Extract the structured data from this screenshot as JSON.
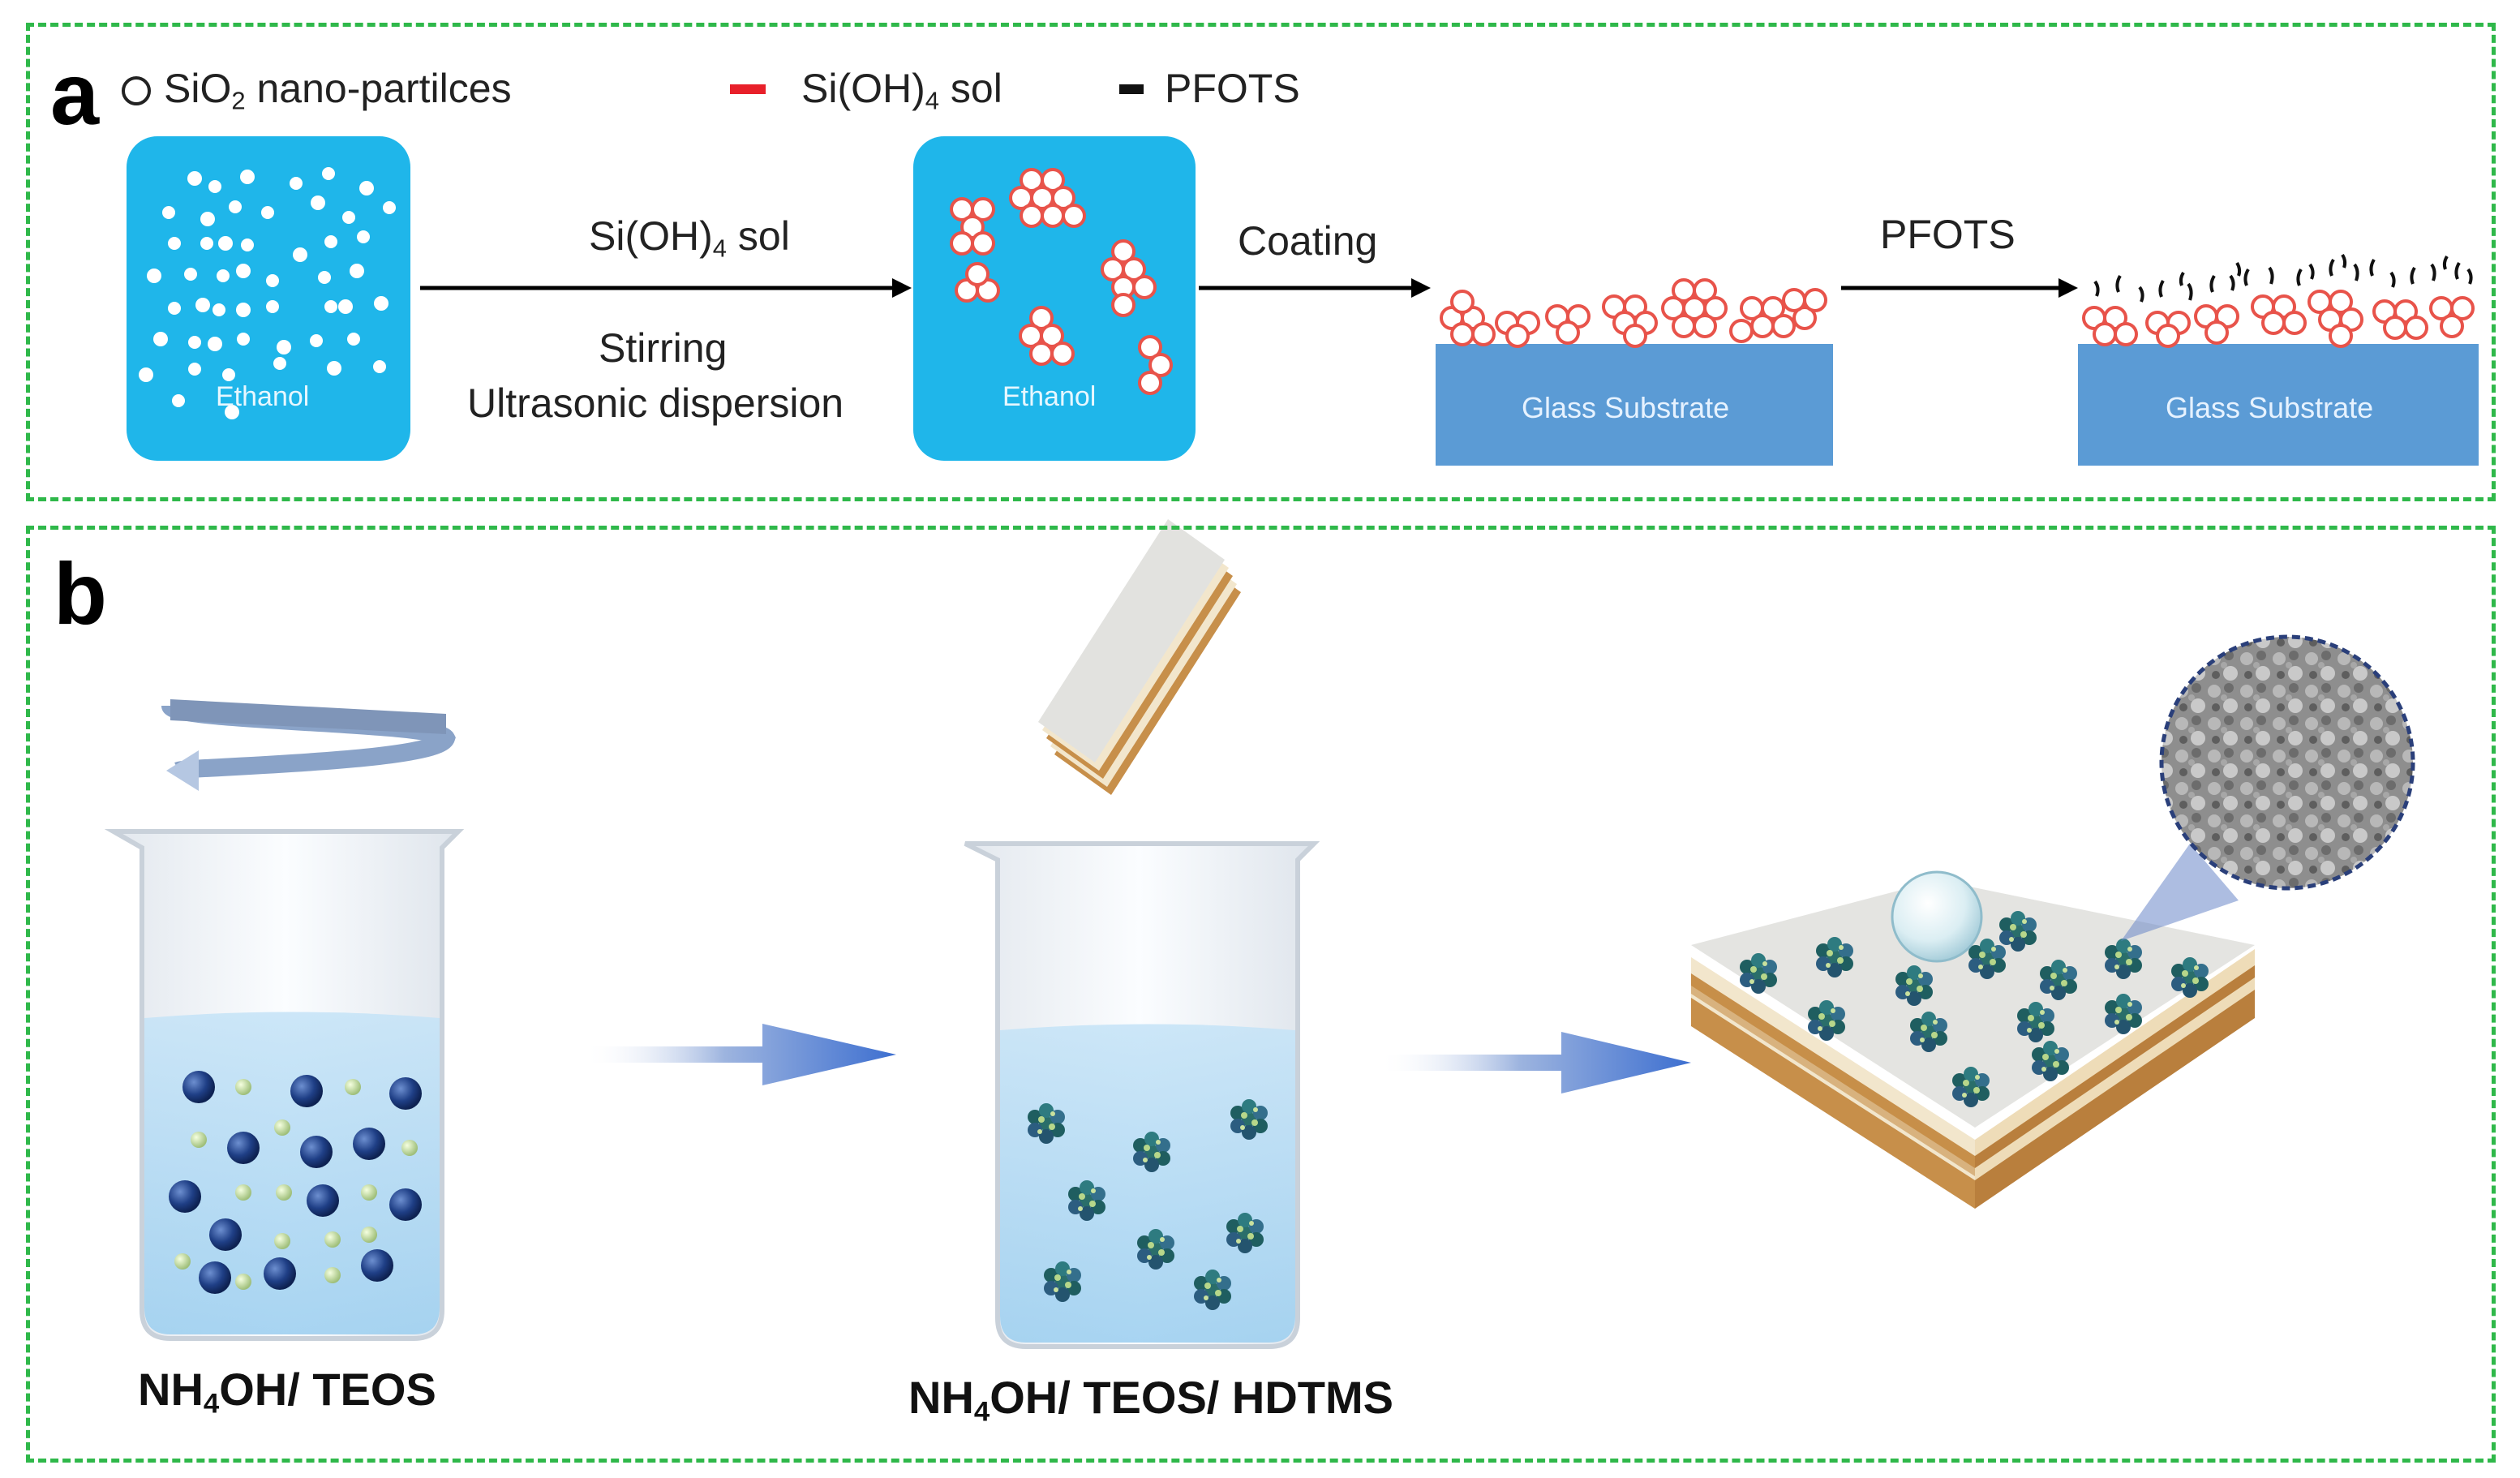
{
  "panel_a": {
    "label": "a",
    "legend": [
      {
        "symbol": "circle",
        "text_pre": "SiO",
        "text_sub": "2",
        "text_post": " nano-partilces"
      },
      {
        "symbol": "red-dash",
        "text_pre": "Si(OH)",
        "text_sub": "4",
        "text_post": " sol"
      },
      {
        "symbol": "black-dash",
        "text_pre": "PFOTS",
        "text_sub": "",
        "text_post": ""
      }
    ],
    "box1_label": "Ethanol",
    "box2_label": "Ethanol",
    "arrow1_top_pre": "Si(OH)",
    "arrow1_top_sub": "4",
    "arrow1_top_post": " sol",
    "arrow1_bottom_line1": "Stirring",
    "arrow1_bottom_line2": "Ultrasonic dispersion",
    "arrow2_label": "Coating",
    "arrow3_label": "PFOTS",
    "substrate1_label": "Glass Substrate",
    "substrate2_label": "Glass Substrate",
    "colors": {
      "box": "#1fb6ea",
      "substrate": "#5b9bd5",
      "particle": "#e8534a",
      "border": "#2fb84a"
    }
  },
  "panel_b": {
    "label": "b",
    "beaker1_caption_pre": "NH",
    "beaker1_caption_sub": "4",
    "beaker1_caption_post": "OH/ TEOS",
    "beaker2_caption_pre": "NH",
    "beaker2_caption_sub": "4",
    "beaker2_caption_post": "OH/ TEOS/ HDTMS"
  }
}
